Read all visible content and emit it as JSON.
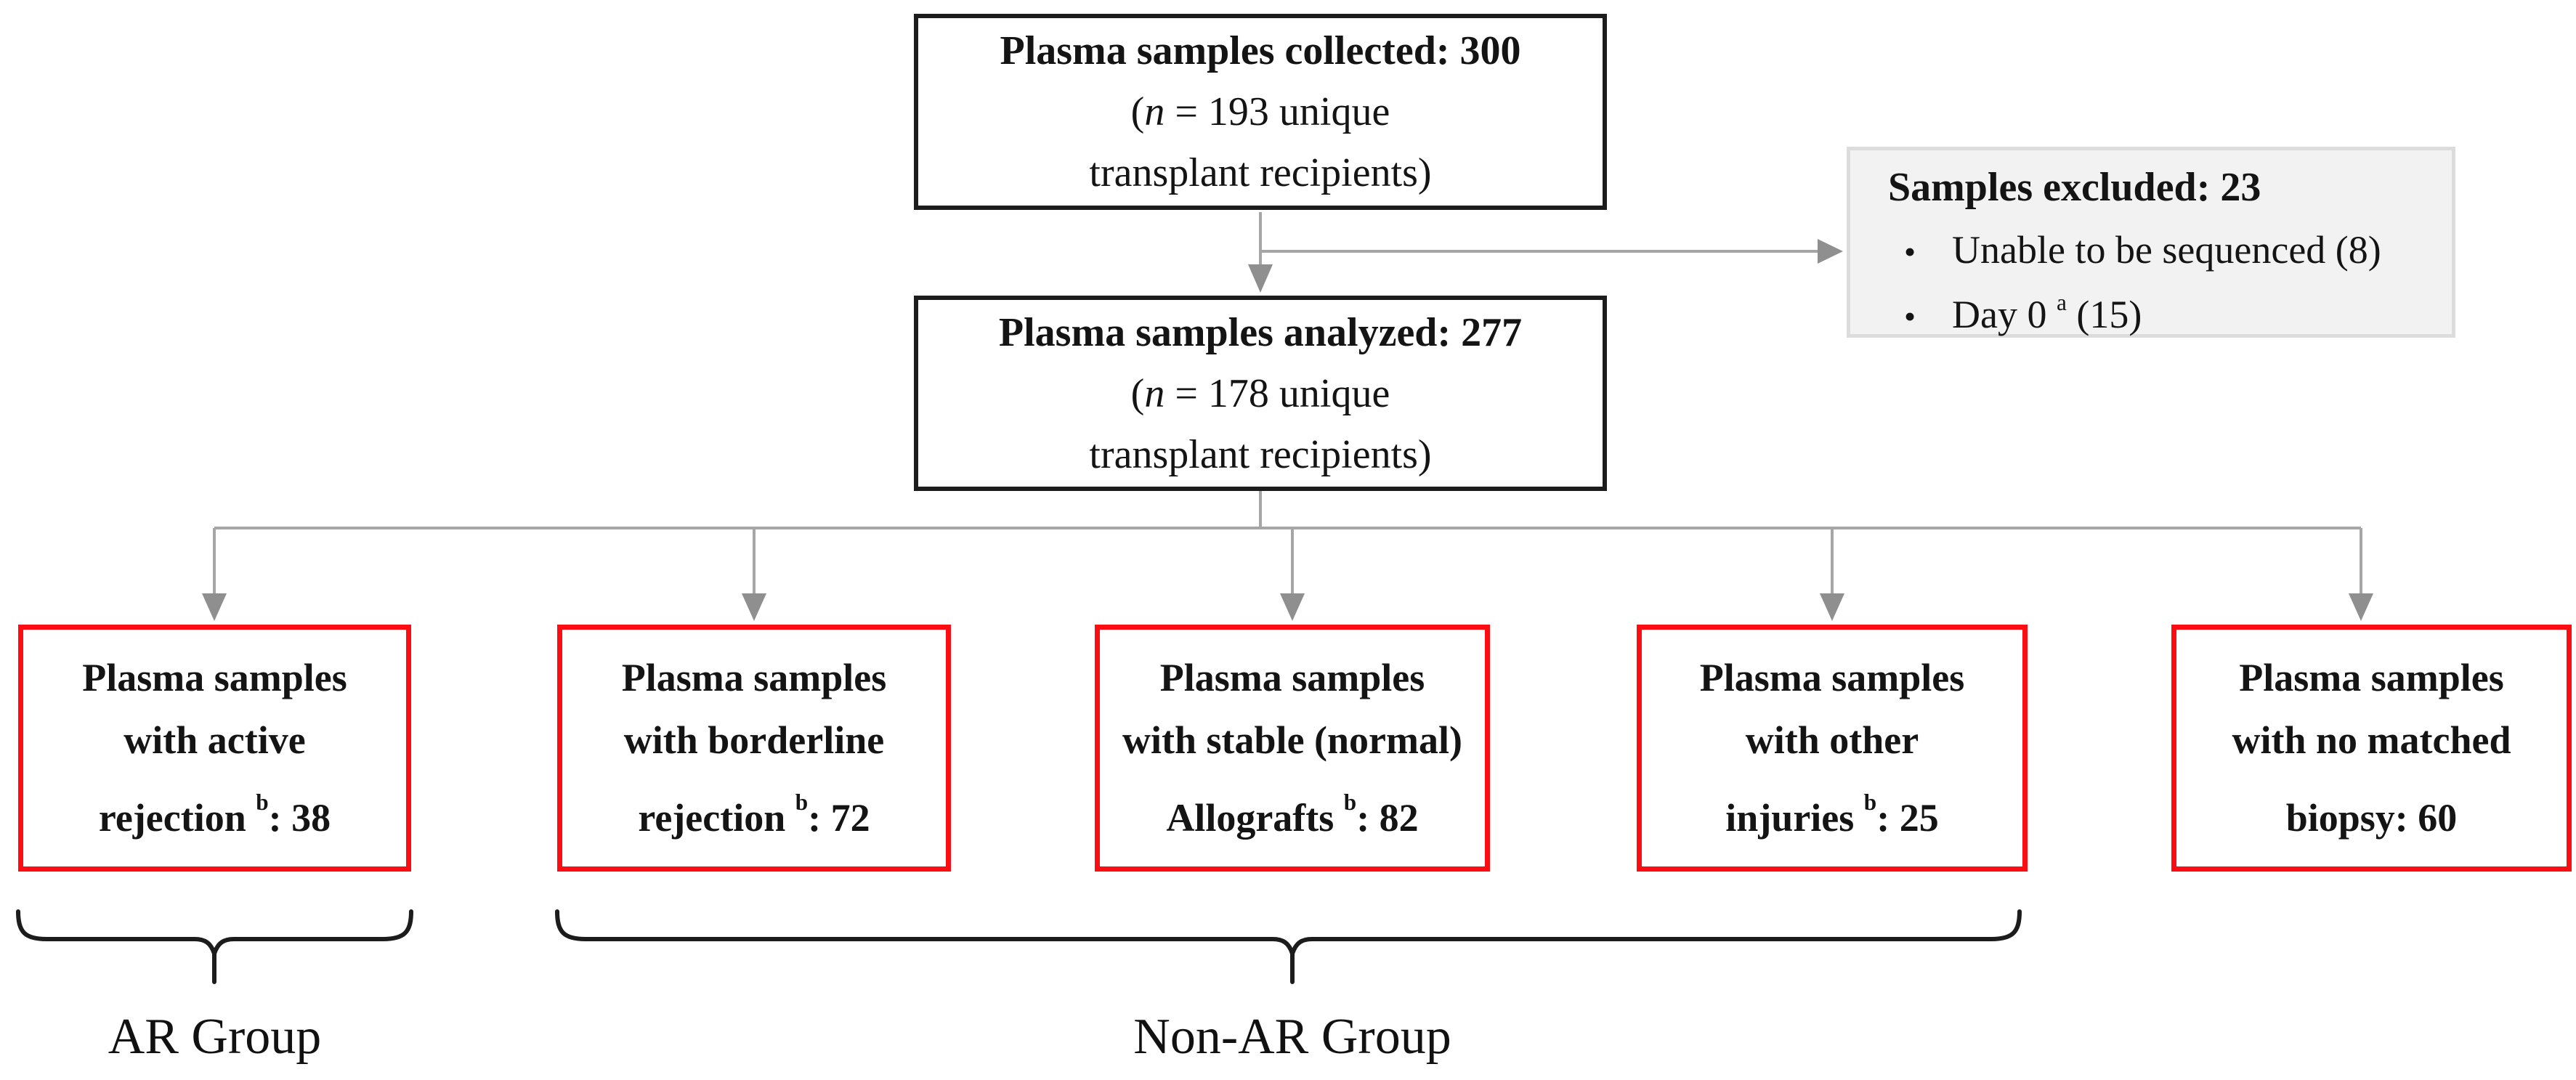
{
  "figure": {
    "collected_box": {
      "title": "Plasma samples collected: 300",
      "sub_open": "(",
      "sub_var": "n",
      "sub_rest": " = 193 unique",
      "sub_line2": "transplant recipients)"
    },
    "analyzed_box": {
      "title": "Plasma samples analyzed: 277",
      "sub_open": "(",
      "sub_var": "n",
      "sub_rest": " = 178 unique",
      "sub_line2": "transplant recipients)"
    },
    "excluded_box": {
      "title": "Samples excluded: 23",
      "bullet_char": "•",
      "items": [
        {
          "pre": "Unable to be sequenced (8)",
          "sup": "",
          "post": ""
        },
        {
          "pre": "Day 0 ",
          "sup": "a",
          "post": " (15)"
        }
      ]
    },
    "outcomes": [
      {
        "line1": "Plasma samples",
        "line2": "with active",
        "line3_pre": "rejection ",
        "line3_sup": "b",
        "line3_post": ": 38"
      },
      {
        "line1": "Plasma samples",
        "line2": "with borderline",
        "line3_pre": "rejection ",
        "line3_sup": "b",
        "line3_post": ": 72"
      },
      {
        "line1": "Plasma samples",
        "line2": "with stable (normal)",
        "line3_pre": "Allografts ",
        "line3_sup": "b",
        "line3_post": ": 82"
      },
      {
        "line1": "Plasma samples",
        "line2": "with other",
        "line3_pre": "injuries ",
        "line3_sup": "b",
        "line3_post": ": 25"
      },
      {
        "line1": "Plasma samples",
        "line2": "with no matched",
        "line3_pre": "biopsy: 60",
        "line3_sup": "",
        "line3_post": ""
      }
    ],
    "groups": {
      "ar": "AR Group",
      "non_ar": "Non-AR Group"
    },
    "colors": {
      "outcome_border": "#fb0d12",
      "connector": "#a6a6a6",
      "arrowhead": "#8f8f8f",
      "excluded_bg": "#f2f2f2",
      "excluded_border": "#dcdcdc",
      "box_border": "#1c1c1c"
    }
  }
}
